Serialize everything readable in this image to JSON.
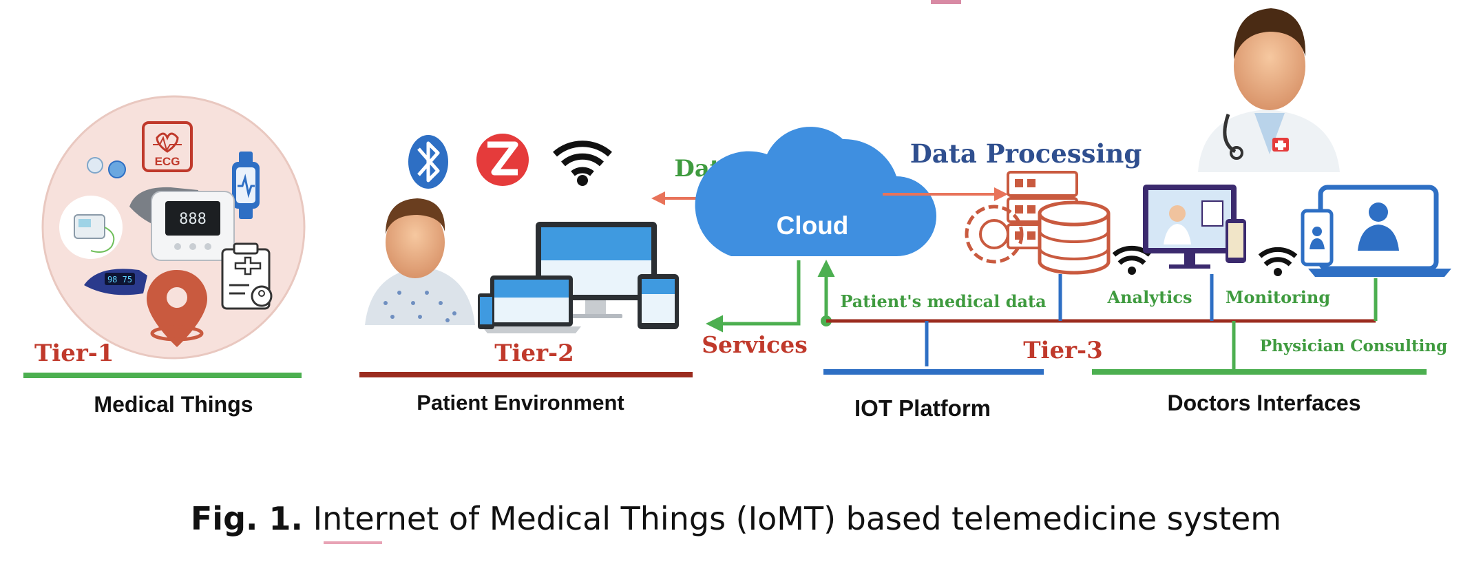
{
  "tiers": {
    "tier1": {
      "label": "Tier-1",
      "group": "Medical Things",
      "device_text": "ECG"
    },
    "tier2": {
      "label": "Tier-2",
      "group": "Patient Environment"
    },
    "tier3": {
      "label": "Tier-3"
    }
  },
  "cloud": {
    "label": "Cloud",
    "data_label": "Data",
    "services_label": "Services"
  },
  "processing": {
    "label": "Data Processing"
  },
  "links": {
    "patient_data": "Patient's medical data",
    "analytics": "Analytics",
    "monitoring": "Monitoring",
    "physician": "Physician Consulting"
  },
  "groups": {
    "iot": "IOT Platform",
    "doctors": "Doctors Interfaces"
  },
  "caption": {
    "prefix": "Fig. 1.",
    "text": "Internet of Medical Things (IoMT) based telemedicine system"
  },
  "colors": {
    "tier_red": "#c0392b",
    "green": "#4caf50",
    "blue": "#2e6fc4",
    "dark_red": "#9b2c1f",
    "cloud_blue": "#3f8fe0",
    "arrow_salmon": "#e8735a",
    "label_blue": "#2f4f8f"
  }
}
